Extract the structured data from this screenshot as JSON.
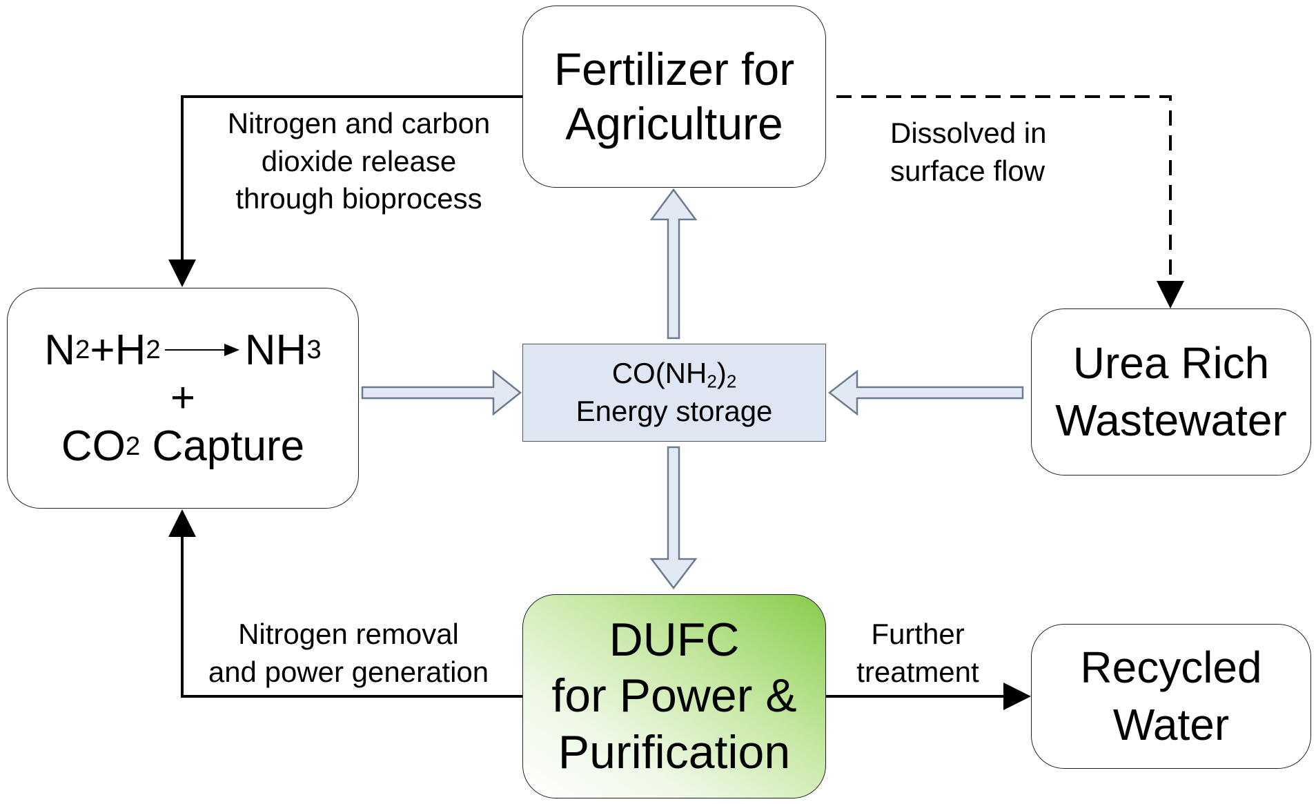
{
  "fertilizer": {
    "line1": "Fertilizer for",
    "line2": "Agriculture"
  },
  "reaction": {
    "n": "N",
    "n_sub": "2",
    "plus_h": "+H",
    "h_sub": "2",
    "product": "NH",
    "product_sub": "3",
    "plus": "+",
    "co": "CO",
    "co_sub": "2",
    "capture": "Capture"
  },
  "center": {
    "formula_prefix": "CO(NH",
    "formula_sub1": "2",
    "formula_mid": ")",
    "formula_sub2": "2",
    "label": "Energy storage"
  },
  "urea": {
    "line1": "Urea Rich",
    "line2": "Wastewater"
  },
  "dufc": {
    "line1": "DUFC",
    "line2": "for Power &",
    "line3": "Purification"
  },
  "recycled": {
    "line1": "Recycled",
    "line2": "Water"
  },
  "labels": {
    "nitrogen_release": [
      "Nitrogen and carbon",
      "dioxide release",
      "through bioprocess"
    ],
    "dissolved": [
      "Dissolved in",
      "surface flow"
    ],
    "nitrogen_removal": [
      "Nitrogen removal",
      "and power generation"
    ],
    "further": [
      "Further",
      "treatment"
    ]
  },
  "colors": {
    "storage_fill": "#dde6f2",
    "hollow_arrow_fill": "#e2e9f3",
    "hollow_arrow_stroke": "#6b7a8c",
    "dufc_gradient_top": "#86cc4a"
  }
}
